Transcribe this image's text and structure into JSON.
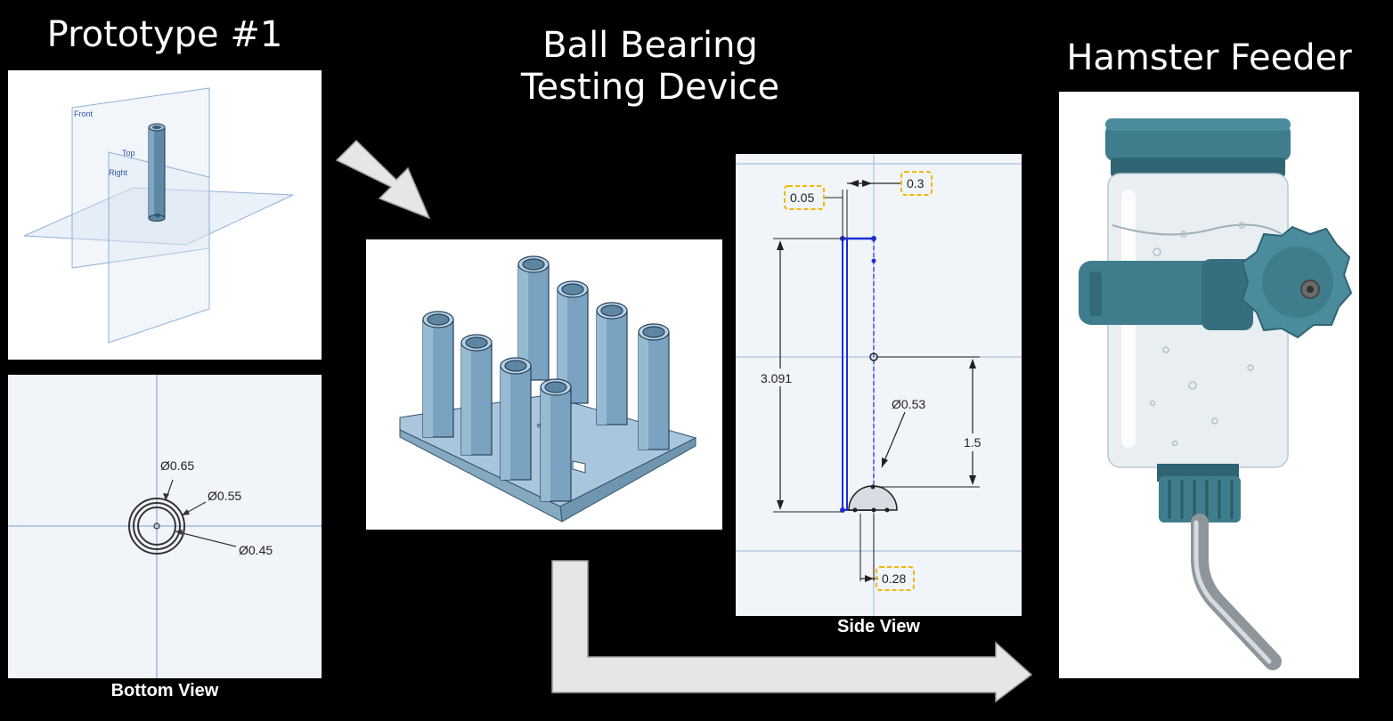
{
  "titles": {
    "prototype": "Prototype #1",
    "ball_bearing_line1": "Ball Bearing",
    "ball_bearing_line2": "Testing Device",
    "hamster": "Hamster Feeder"
  },
  "captions": {
    "bottom_view": "Bottom View",
    "side_view": "Side View"
  },
  "iso_plane_labels": {
    "front": "Front",
    "top": "Top",
    "right": "Right"
  },
  "bottom_view_dims": {
    "outer": "Ø0.65",
    "middle": "Ø0.55",
    "inner": "Ø0.45"
  },
  "side_view_dims": {
    "wall": "0.05",
    "offset": "0.3",
    "height": "3.091",
    "ball": "Ø0.53",
    "center": "1.5",
    "bottom": "0.28"
  },
  "colors": {
    "background": "#000000",
    "panel_bg": "#ffffff",
    "sketch_bg": "#f1f4f9",
    "part_blue": "#8fb3cd",
    "feeder_teal": "#3f7d8c",
    "arrow_gray": "#e6e6e6",
    "dim_highlight": "#f2b705"
  }
}
